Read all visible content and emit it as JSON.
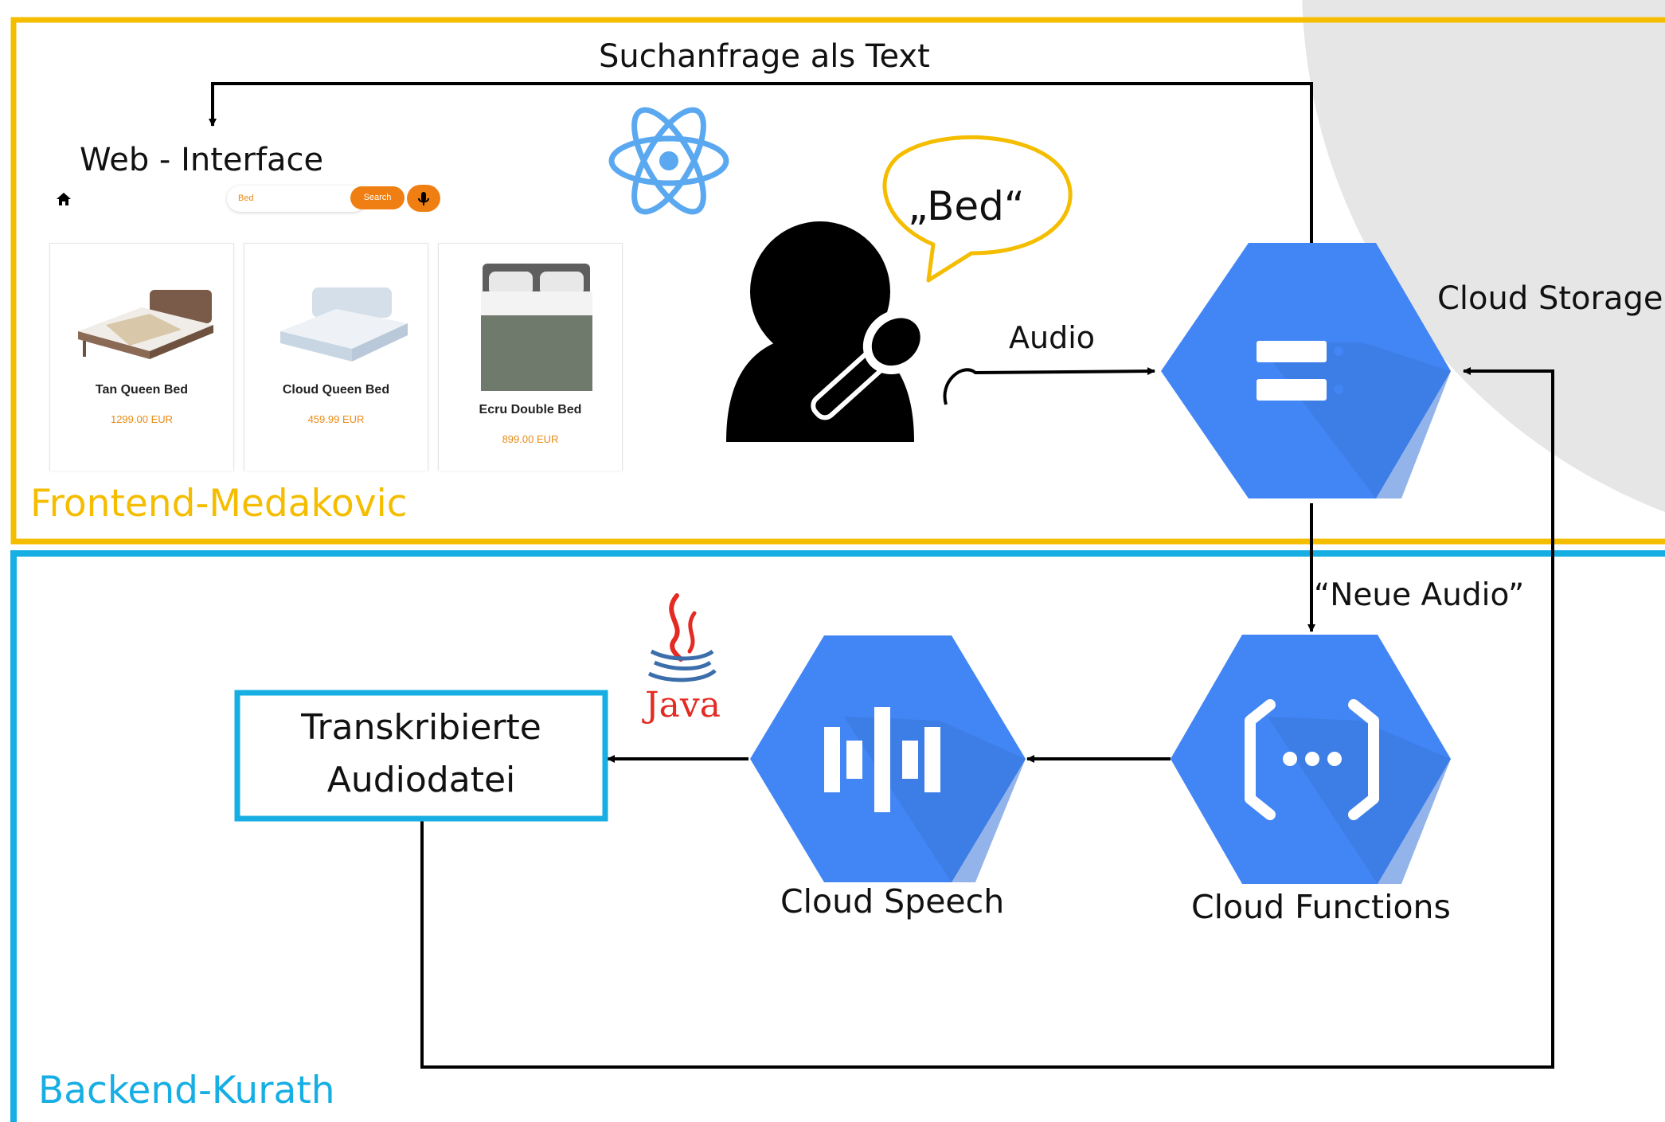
{
  "regions": {
    "frontend_label": "Frontend-Medakovic",
    "backend_label": "Backend-Kurath",
    "frontend_color": "#f5bd00",
    "backend_color": "#16aee3"
  },
  "arrows": {
    "query_text": "Suchanfrage als Text",
    "audio": "Audio",
    "new_audio": "“Neue Audio”"
  },
  "web_interface": {
    "title": "Web - Interface",
    "search_value": "Bed",
    "search_button": "Search",
    "products": [
      {
        "name": "Tan Queen Bed",
        "price": "1299.00 EUR"
      },
      {
        "name": "Cloud Queen Bed",
        "price": "459.99 EUR"
      },
      {
        "name": "Ecru Double Bed",
        "price": "899.00 EUR"
      }
    ],
    "accent_color": "#ef7f12"
  },
  "speech_bubble": "„Bed“",
  "services": {
    "storage": "Cloud Storage",
    "functions": "Cloud Functions",
    "speech": "Cloud Speech",
    "color": "#4285f4"
  },
  "output_box": {
    "line1": "Transkribierte",
    "line2": "Audiodatei"
  },
  "java_logo": "Java",
  "icons": [
    "react-logo-icon",
    "java-logo-icon",
    "home-icon",
    "microphone-icon",
    "person-silhouette-icon",
    "storage-icon",
    "functions-icon",
    "speech-icon"
  ]
}
